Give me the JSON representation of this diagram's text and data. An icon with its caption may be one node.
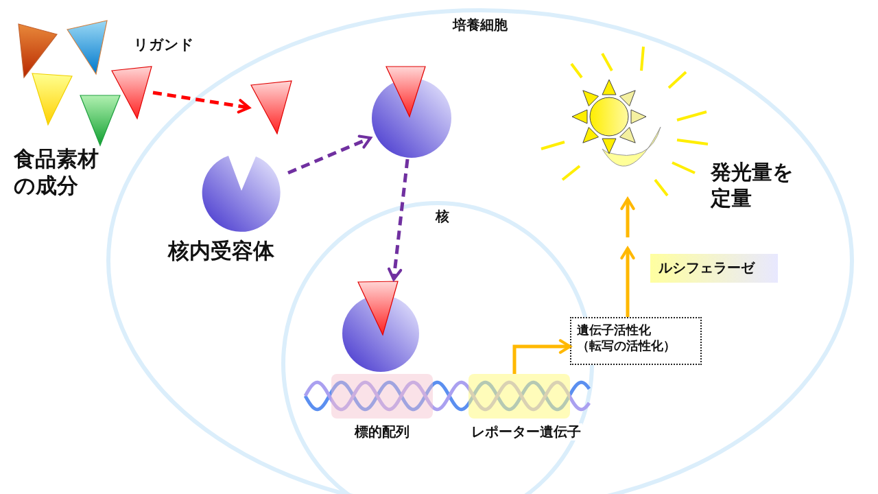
{
  "diagram": {
    "nodes": [
      {
        "text": [
          "培養細胞"
        ]
      },
      {
        "text": [
          "食品素材の成分"
        ]
      },
      {
        "text": [],
        "shape": "triangle"
      },
      {
        "text": [],
        "shape": "triangle",
        "in": 0
      },
      {
        "text": [
          "核内受容体"
        ],
        "in": 0
      },
      {
        "text": [],
        "shape": "picture",
        "in": 0
      },
      {
        "text": [
          "核"
        ],
        "in": 0
      },
      {
        "text": [],
        "shape": "picture",
        "in": 6
      },
      {
        "text": [
          "標的配列"
        ],
        "in": 6
      },
      {
        "text": [
          "レポーター遺伝子"
        ],
        "in": 6
      },
      {
        "text": [
          "遺伝子活性化（転写の活性化）"
        ],
        "in": 0
      },
      {
        "text": [
          "ルシフェラーゼ"
        ],
        "in": 0
      },
      {
        "text": [],
        "shape": "picture",
        "in": 0
      }
    ],
    "edges": [
      {
        "from": 2,
        "to": 3,
        "arrow": "to",
        "style": "dashed",
        "color": "#ff0000"
      },
      {
        "from": 4,
        "to": 5,
        "arrow": "to",
        "style": "dashed",
        "color": "#7030a0"
      },
      {
        "from": 5,
        "to": 7,
        "arrow": "to",
        "style": "dashed",
        "color": "#7030a0"
      },
      {
        "from": 9,
        "to": 10,
        "arrow": "to",
        "color": "#ffb800"
      },
      {
        "from": 10,
        "to": 11,
        "arrow": "to",
        "color": "#ffb800"
      },
      {
        "from": null,
        "to": 12,
        "arrow": "to",
        "color": "#ffb800"
      }
    ],
    "labels": [
      "リガンド",
      "発光量を定量"
    ]
  }
}
